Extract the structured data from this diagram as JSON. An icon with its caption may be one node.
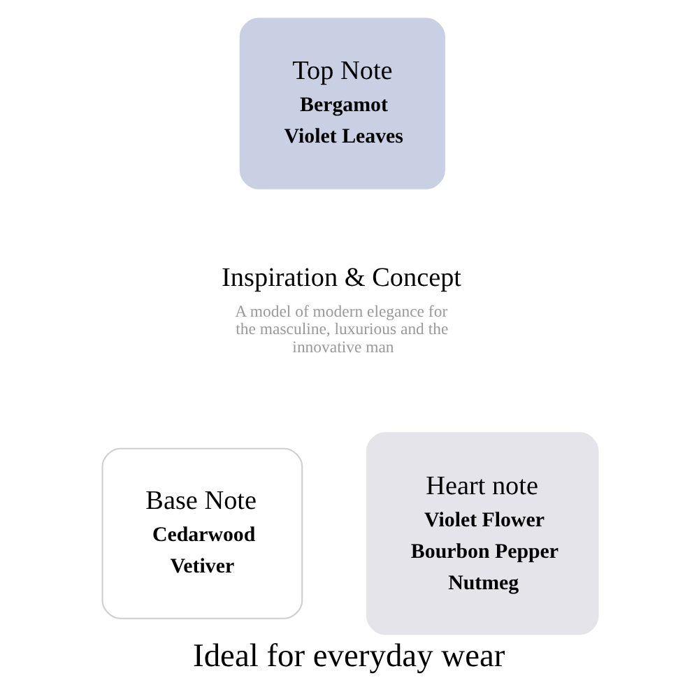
{
  "diagram": {
    "caption": "Ideal for everyday wear",
    "nodes": [
      {
        "text": [
          "Top Note",
          "Bergamot",
          "Violet Leaves"
        ]
      },
      {
        "text": [
          "Inspiration & Concept",
          "A model of modern elegance for the masculine, luxurious and the innovative man"
        ]
      },
      {
        "text": [
          "Base Note",
          "Cedarwood",
          "Vetiver"
        ]
      },
      {
        "text": [
          "Heart note",
          "Violet Flower",
          "Bourbon Pepper",
          "Nutmeg"
        ]
      }
    ]
  }
}
